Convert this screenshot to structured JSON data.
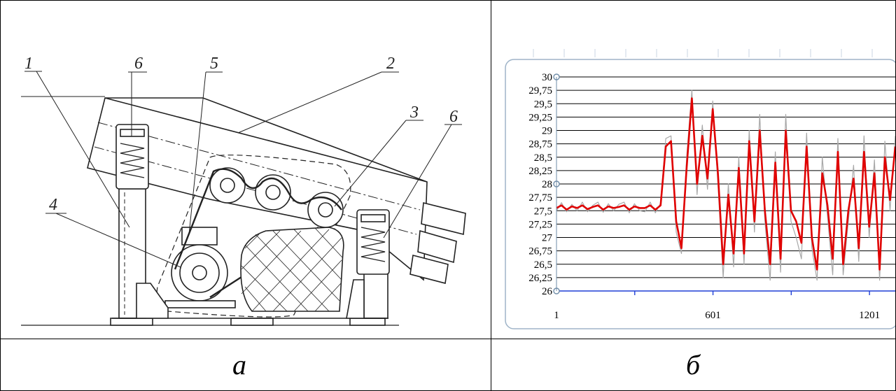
{
  "captions": {
    "a": "а",
    "b": "б"
  },
  "drawing": {
    "labels": [
      "1",
      "6",
      "5",
      "2",
      "3",
      "6",
      "4"
    ]
  },
  "chart_data": {
    "type": "line",
    "title": "",
    "xlabel": "",
    "ylabel": "",
    "ylim": [
      26,
      30
    ],
    "yticks": [
      "30",
      "29,75",
      "29,5",
      "29,25",
      "29",
      "28,75",
      "28,5",
      "28,25",
      "28",
      "27,75",
      "27,5",
      "27,25",
      "27",
      "26,75",
      "26,5",
      "26,25",
      "26"
    ],
    "xticks": [
      "1",
      "601",
      "1201"
    ],
    "grid": true,
    "series": [
      {
        "color": "#e00000",
        "x": [
          1,
          20,
          40,
          60,
          80,
          100,
          120,
          140,
          160,
          180,
          200,
          220,
          240,
          260,
          280,
          300,
          320,
          340,
          360,
          380,
          400,
          420,
          440,
          460,
          480,
          500,
          520,
          540,
          560,
          580,
          600,
          620,
          640,
          660,
          680,
          700,
          720,
          740,
          760,
          780,
          800,
          820,
          840,
          860,
          880,
          900,
          920,
          940,
          960,
          980,
          1000,
          1020,
          1040,
          1060,
          1080,
          1100,
          1120,
          1140,
          1160,
          1180,
          1200,
          1220,
          1240,
          1260,
          1280,
          1300
        ],
        "values": [
          27.55,
          27.6,
          27.52,
          27.58,
          27.55,
          27.6,
          27.53,
          27.57,
          27.6,
          27.52,
          27.58,
          27.55,
          27.57,
          27.6,
          27.52,
          27.58,
          27.55,
          27.55,
          27.6,
          27.52,
          27.6,
          28.7,
          28.8,
          27.3,
          26.8,
          28.3,
          29.6,
          28.0,
          28.9,
          28.1,
          29.4,
          28.2,
          26.5,
          27.8,
          26.7,
          28.3,
          26.7,
          28.8,
          27.3,
          29.0,
          27.5,
          26.5,
          28.4,
          26.6,
          29.0,
          27.5,
          27.3,
          26.9,
          28.7,
          27.0,
          26.4,
          28.2,
          27.6,
          26.6,
          28.6,
          26.5,
          27.5,
          28.1,
          26.8,
          28.6,
          27.2,
          28.2,
          26.4,
          28.5,
          27.7,
          28.7
        ]
      },
      {
        "color": "#a8a8a8",
        "x": [
          1,
          20,
          40,
          60,
          80,
          100,
          120,
          140,
          160,
          180,
          200,
          220,
          240,
          260,
          280,
          300,
          320,
          340,
          360,
          380,
          400,
          420,
          440,
          460,
          480,
          500,
          520,
          540,
          560,
          580,
          600,
          620,
          640,
          660,
          680,
          700,
          720,
          740,
          760,
          780,
          800,
          820,
          840,
          860,
          880,
          900,
          920,
          940,
          960,
          980,
          1000,
          1020,
          1040,
          1060,
          1080,
          1100,
          1120,
          1140,
          1160,
          1180,
          1200,
          1220,
          1240,
          1260,
          1280,
          1300
        ],
        "values": [
          27.5,
          27.65,
          27.48,
          27.62,
          27.5,
          27.66,
          27.48,
          27.6,
          27.66,
          27.47,
          27.63,
          27.5,
          27.62,
          27.66,
          27.46,
          27.63,
          27.5,
          27.48,
          27.66,
          27.46,
          27.64,
          28.85,
          28.9,
          27.1,
          26.7,
          28.5,
          29.75,
          27.8,
          29.1,
          27.9,
          29.55,
          28.0,
          26.25,
          28.0,
          26.45,
          28.5,
          26.5,
          29.0,
          27.1,
          29.3,
          27.3,
          26.2,
          28.6,
          26.35,
          29.3,
          27.3,
          27.0,
          26.6,
          28.95,
          26.8,
          26.2,
          28.5,
          27.4,
          26.3,
          28.85,
          26.3,
          27.3,
          28.35,
          26.55,
          28.9,
          27.0,
          28.45,
          26.2,
          28.8,
          27.5,
          28.9
        ]
      }
    ]
  }
}
